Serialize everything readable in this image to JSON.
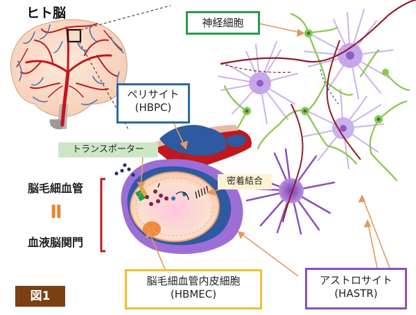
{
  "title_brain": "ヒト脳",
  "neuron": {
    "label": "神経細胞"
  },
  "pericyte": {
    "line1": "ペリサイト",
    "line2": "(HBPC)"
  },
  "transporter": {
    "label": "トランスポーター"
  },
  "tight_junction": {
    "label": "密着結合"
  },
  "left_labels": {
    "top": "脳毛細血管",
    "equals": "II",
    "bottom": "血液脳関門"
  },
  "endothelial": {
    "line1": "脳毛細血管内皮細胞",
    "line2": "(HBMEC)"
  },
  "astrocyte": {
    "line1": "アストロサイト",
    "line2": "(HASTR)"
  },
  "figure_label": "図1",
  "colors": {
    "neuron_border": "#2a9b47",
    "pericyte_border": "#2a68a5",
    "endothelial_border": "#f0c02c",
    "astrocyte_border": "#8a4fbf",
    "figure_bg": "#7b3f12",
    "equals_color": "#e9842b",
    "vessel_red": "#c0181c",
    "astrocyte_purple": "#a070d0",
    "neuron_green": "#8cc850"
  }
}
